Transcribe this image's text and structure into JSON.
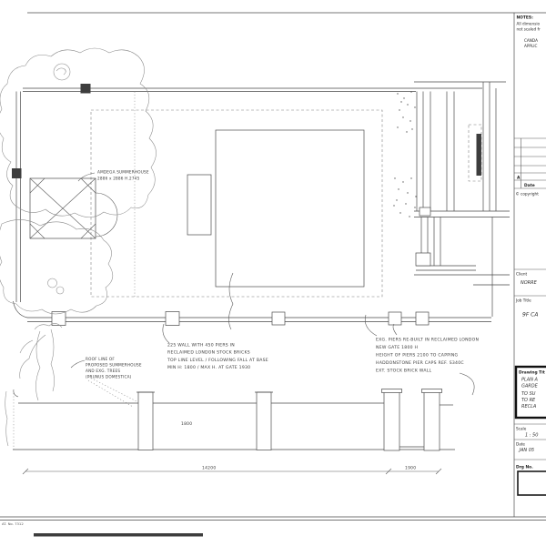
{
  "sheet": {
    "footer_ref": "AT. No. 7312"
  },
  "title_block": {
    "notes_label": "NOTES:",
    "notes_lines": [
      "All dimensio",
      "not scaled fr",
      "CANDA",
      "APPLIC"
    ],
    "revision_letter": "A",
    "revision_date_header": "Date",
    "copyright": "© copyright",
    "client_label": "Client",
    "client_value": "NORRE",
    "job_title_label": "Job Title",
    "job_title_value": "9F CA",
    "drawing_title_label": "Drawing Tit",
    "drawing_title_lines": [
      "PLAN A",
      "GARDE",
      "TO SU",
      "TO RE",
      "RECLA"
    ],
    "scale_label": "Scale",
    "scale_value": "1 : 50",
    "date_label": "Date",
    "date_value": "JAN 05",
    "drg_no_label": "Drg No."
  },
  "annotations": {
    "summerhouse": [
      "AMDEGA SUMMERHOUSE",
      "2886 x 2886 H.2745"
    ],
    "wall_spec": [
      "225 WALL WITH 450 PIERS IN",
      "RECLAIMED LONDON STOCK BRICKS",
      "TOP LINE LEVEL / FOLLOWING FALL AT BASE",
      "MIN H: 1800 / MAX H. AT GATE 1930"
    ],
    "pier_spec": [
      "EXG. PIERS RE-BUILT IN RECLAIMED LONDON",
      "NEW GATE 1800 H",
      "HEIGHT OF PIERS 2100 TO CAPPING",
      "HADDONSTONE PIER CAPS REF. S340C",
      "EXT. STOCK BRICK WALL"
    ],
    "roof_line": [
      "ROOF LINE OF",
      "PROPOSED SUMMERHOUSE",
      "AND EXG. TREES",
      "(PRUNUS DOMESTICA)"
    ]
  },
  "dimensions": {
    "wall_length": "14200",
    "gate_width": "1900",
    "wall_height": "1800"
  }
}
